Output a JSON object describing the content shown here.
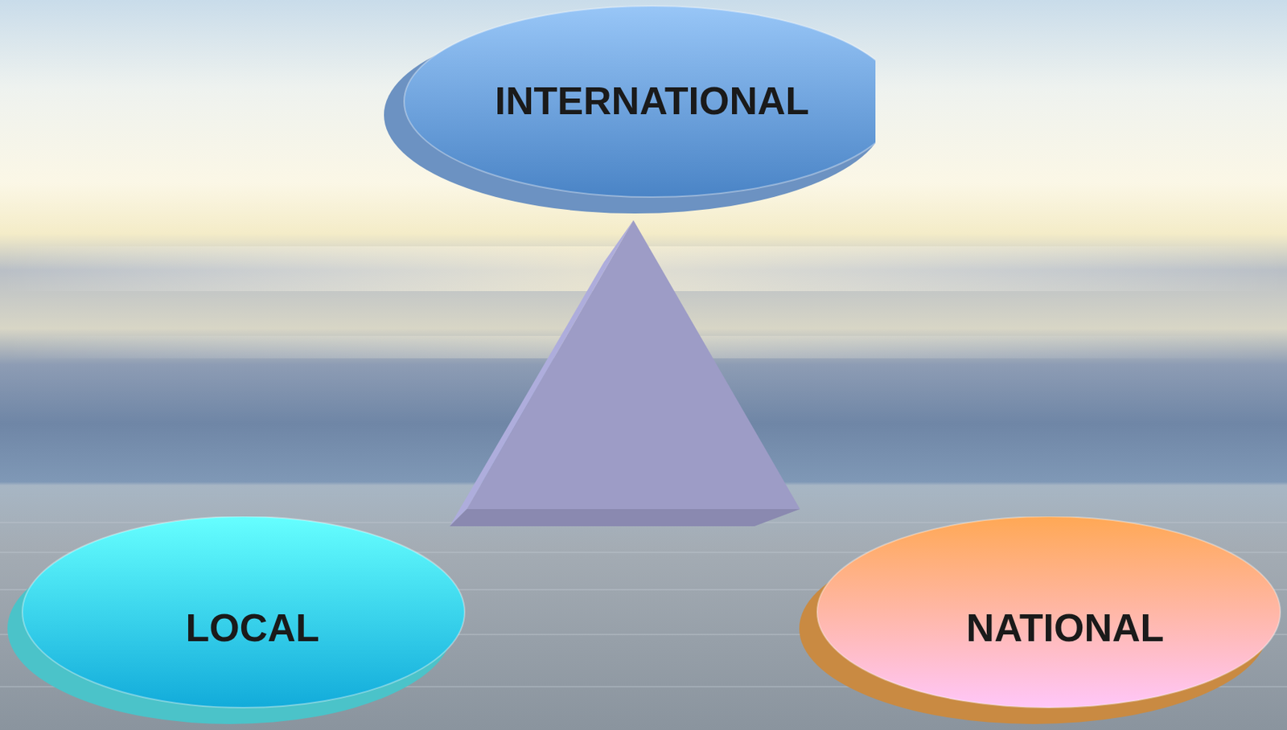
{
  "diagram": {
    "nodes": [
      {
        "text": [
          "INTERNATIONAL"
        ]
      },
      {
        "text": [
          "LOCAL"
        ]
      },
      {
        "text": [
          "NATIONAL"
        ]
      }
    ]
  }
}
